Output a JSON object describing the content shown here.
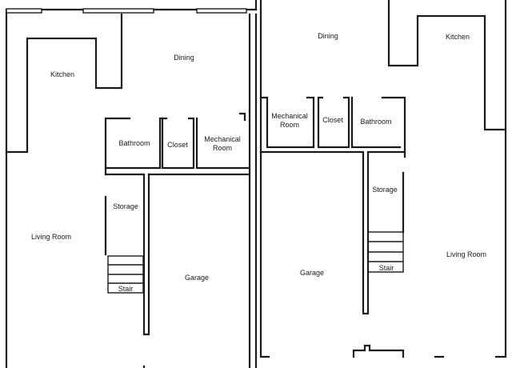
{
  "rooms": {
    "kitchen_left": "Kitchen",
    "dining_left": "Dining",
    "bathroom_left": "Bathroom",
    "closet_left": "Closet",
    "mechanical_left": [
      "Mechanical",
      "Room"
    ],
    "storage_left": "Storage",
    "living_left": "Living Room",
    "stair_left": "Stair",
    "garage_left": "Garage",
    "dining_right": "Dining",
    "kitchen_right": "Kitchen",
    "mechanical_right": [
      "Mechanical",
      "Room"
    ],
    "closet_right": "Closet",
    "bathroom_right": "Bathroom",
    "storage_right": "Storage",
    "stair_right": "Stair",
    "garage_right": "Garage",
    "living_right": "Living Room"
  }
}
